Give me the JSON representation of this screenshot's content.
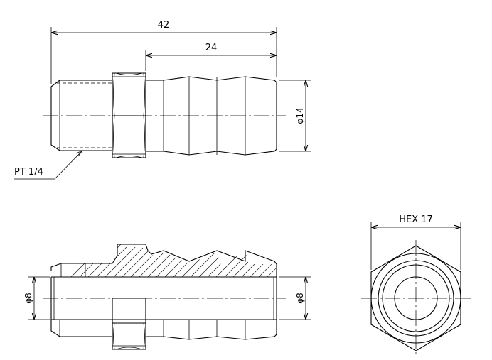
{
  "dimensions": {
    "overall_length": "42",
    "barb_length": "24",
    "outer_diameter": "φ14",
    "bore_left": "φ8",
    "bore_right": "φ8",
    "hex_size": "HEX 17"
  },
  "callouts": {
    "thread": "PT 1/4"
  }
}
